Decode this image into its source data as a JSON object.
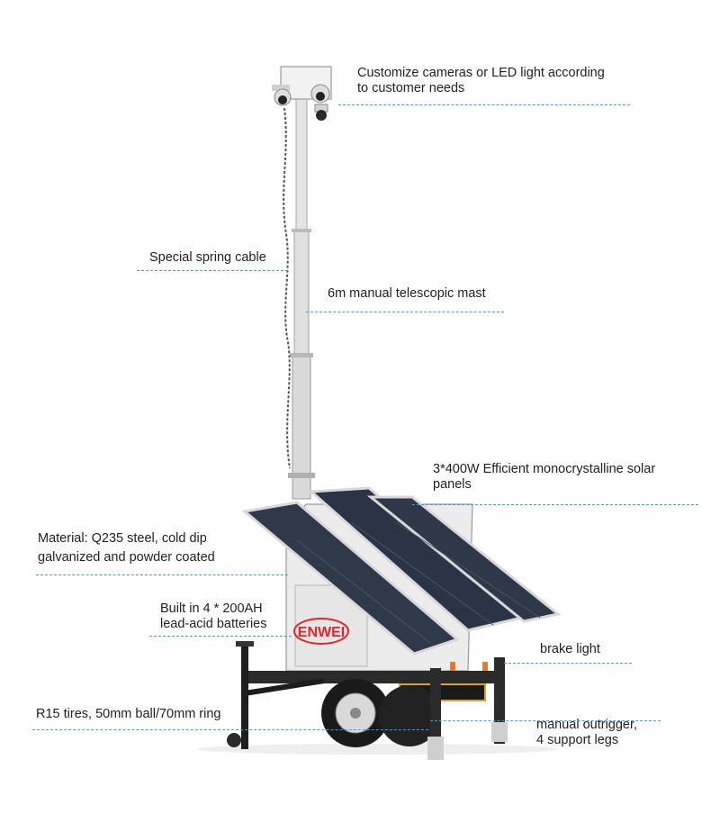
{
  "callouts": {
    "cameras": {
      "line1": "Customize cameras or LED light according",
      "line2": "to customer needs"
    },
    "spring_cable": {
      "text": "Special spring cable"
    },
    "mast": {
      "text": "6m manual telescopic mast"
    },
    "solar": {
      "line1": "3*400W Efficient monocrystalline solar",
      "line2": "panels"
    },
    "material": {
      "line1": "Material: Q235 steel, cold dip",
      "line2": "galvanized and powder coated"
    },
    "batteries": {
      "line1": "Built in 4 * 200AH",
      "line2": "lead-acid batteries"
    },
    "brake_light": {
      "text": "brake light"
    },
    "tires": {
      "text": "R15 tires, 50mm ball/70mm ring"
    },
    "outrigger": {
      "line1": "manual outrigger,",
      "line2": "4 support legs"
    }
  },
  "brand_logo": {
    "text": "ENWEI"
  },
  "colors": {
    "leader": "#3aa0dc",
    "text": "#222222",
    "logo": "#e0262b",
    "panel": "#2f3a4d",
    "frame": "#dcdcdc"
  }
}
